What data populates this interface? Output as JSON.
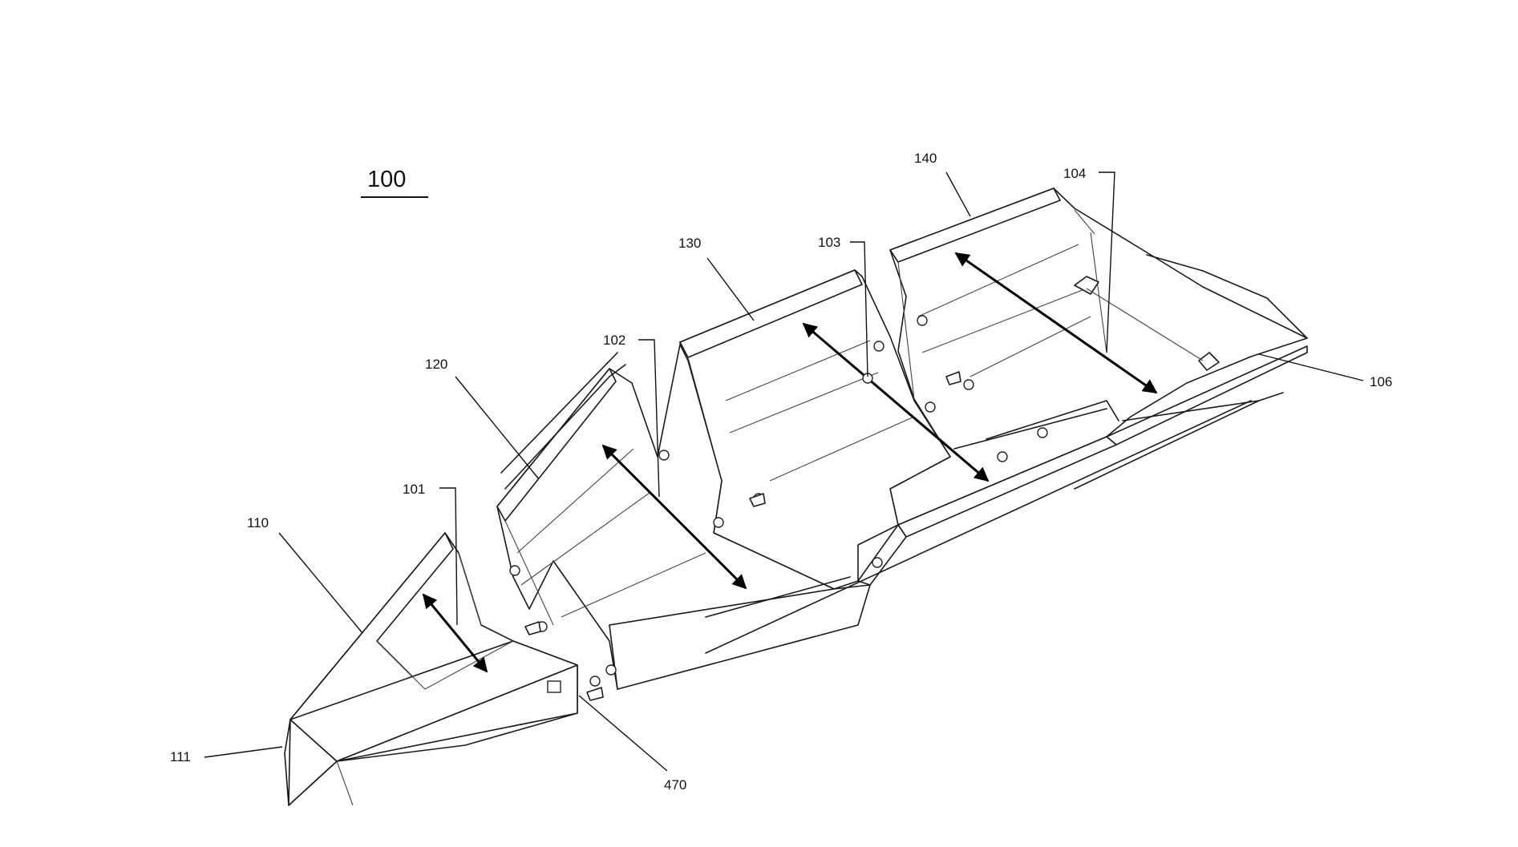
{
  "figure": {
    "number": "100",
    "reference_labels": {
      "r101": "101",
      "r102": "102",
      "r103": "103",
      "r104": "104",
      "r106": "106",
      "r110": "110",
      "r111": "111",
      "r120": "120",
      "r130": "130",
      "r140": "140",
      "r470": "470"
    }
  }
}
